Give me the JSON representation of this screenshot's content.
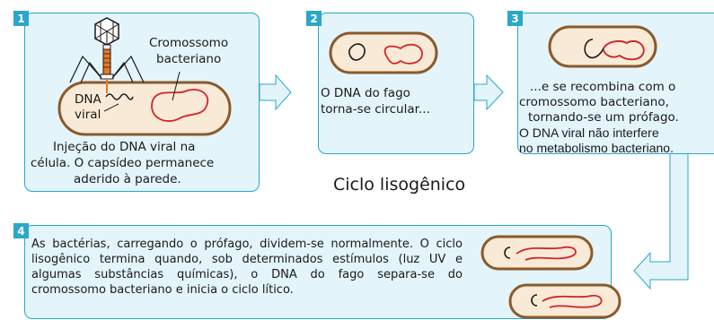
{
  "title": "Ciclo lisogênico",
  "panels": [
    {
      "number": "1",
      "labels": {
        "chromosome": [
          "Cromossomo",
          "bacteriano"
        ],
        "dna": [
          "DNA",
          "viral"
        ]
      },
      "caption": [
        "Injeção do DNA viral na",
        "célula. O capsídeo permanece",
        "aderido à parede."
      ]
    },
    {
      "number": "2",
      "caption": [
        "O DNA do fago",
        "torna-se circular..."
      ]
    },
    {
      "number": "3",
      "caption": [
        "...e se recombina com o",
        "cromossomo bacteriano,",
        "tornando-se um prófago.",
        "O DNA viral não interfere",
        "no metabolismo bacteriano."
      ]
    },
    {
      "number": "4",
      "caption": "As bactérias, carregando o prófago, dividem-se normalmente. O ciclo lisogênico termina quando, sob determinados estímulos (luz UV e algumas substâncias químicas), o DNA do fago separa-se do cromossomo bacteriano e inicia o ciclo lítico."
    }
  ],
  "colors": {
    "panel_fill": "#e3f4fb",
    "panel_border": "#2aa7c9",
    "cell_fill": "#f8ead6",
    "cell_border": "#8a5a2b",
    "chromosome": "#d4232a",
    "phage_tail": "#e87722"
  }
}
